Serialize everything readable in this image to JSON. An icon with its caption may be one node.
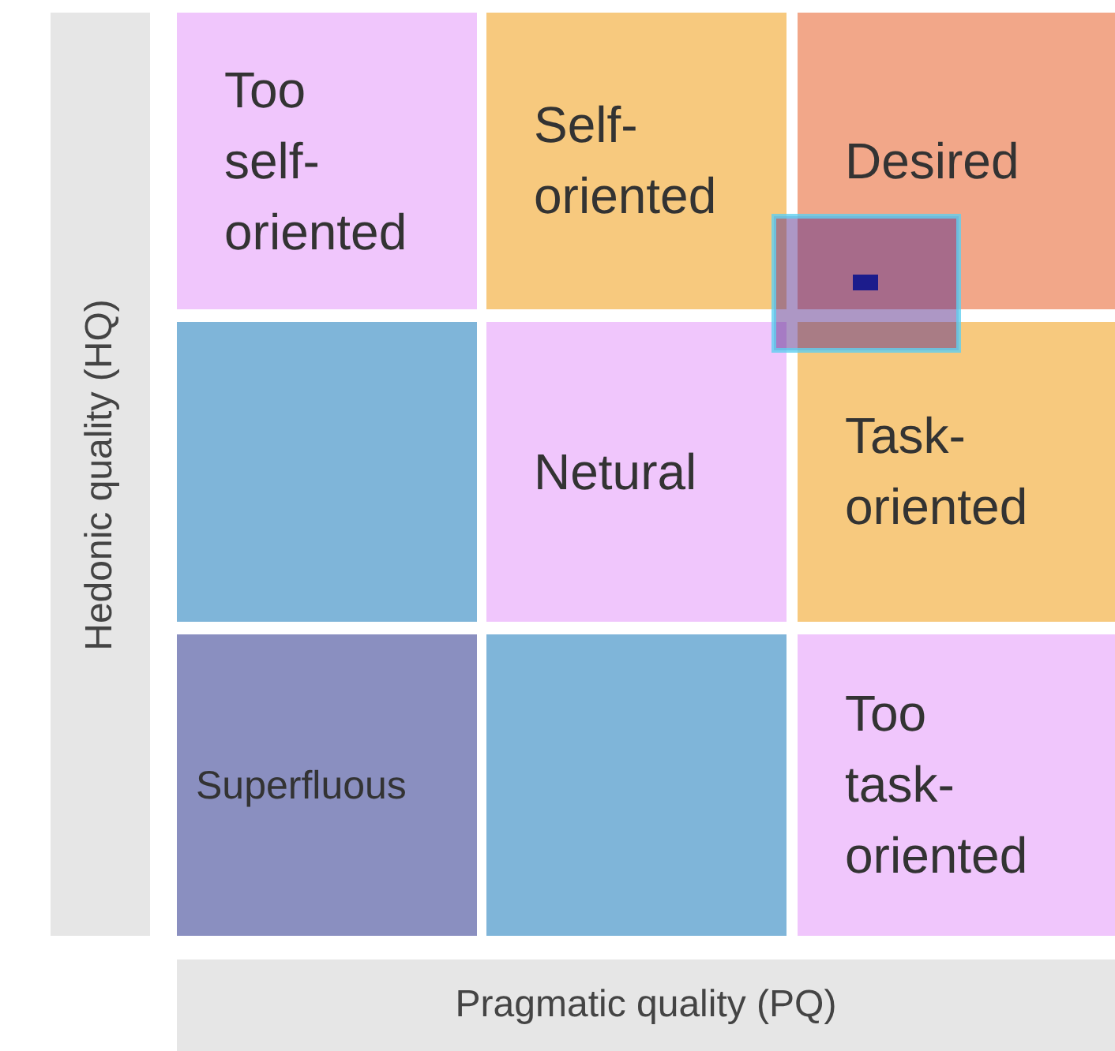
{
  "diagram": {
    "nodes": [
      {
        "text": [
          "Too self-oriented"
        ]
      },
      {
        "text": [
          "Self-oriented"
        ]
      },
      {
        "text": [
          "Desired"
        ]
      },
      {
        "text": [],
        "shape": "box"
      },
      {
        "text": [
          "Netural"
        ]
      },
      {
        "text": [
          "Task-oriented"
        ]
      },
      {
        "text": [
          "Superfluous"
        ]
      },
      {
        "text": [],
        "shape": "box"
      },
      {
        "text": [
          "Too task-oriented"
        ]
      },
      {
        "text": [
          "Hedonic quality (HQ)"
        ]
      },
      {
        "text": [
          "Pragmatic quality (PQ)"
        ]
      }
    ]
  }
}
